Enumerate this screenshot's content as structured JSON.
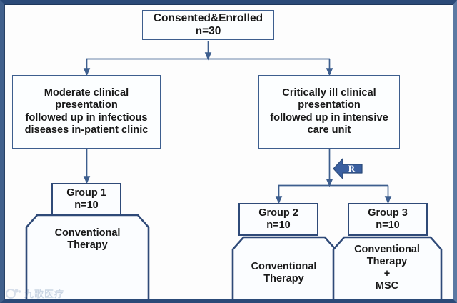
{
  "diagram": {
    "title": "Clinical trial participant flow diagram",
    "colors": {
      "frame": "#2b4a78",
      "thin_border": "#3d5e8e",
      "group_border": "#2f4a78",
      "connector": "#3d5e8e",
      "badge_fill": "#3a5fa0",
      "background": "#fdfdfd",
      "text": "#181818"
    },
    "nodes": {
      "top": {
        "line1": "Consented&Enrolled",
        "line2": "n=30"
      },
      "left_arm": {
        "line1": "Moderate clinical",
        "line2": "presentation",
        "line3": "followed up in infectious",
        "line4": "diseases in-patient clinic"
      },
      "right_arm": {
        "line1": "Critically ill clinical",
        "line2": "presentation",
        "line3": "followed up in intensive",
        "line4": "care unit"
      },
      "group1": {
        "line1": "Group 1",
        "line2": "n=10"
      },
      "group2": {
        "line1": "Group 2",
        "line2": "n=10"
      },
      "group3": {
        "line1": "Group 3",
        "line2": "n=10"
      },
      "therapy1": {
        "line1": "Conventional",
        "line2": "Therapy"
      },
      "therapy2": {
        "line1": "Conventional",
        "line2": "Therapy"
      },
      "therapy3": {
        "line1": "Conventional",
        "line2": "Therapy",
        "line3": "+",
        "line4": "MSC"
      }
    },
    "randomization_badge": {
      "label": "R",
      "icon": "left-arrow-icon"
    },
    "watermark": {
      "text": "九歌医疗"
    }
  }
}
